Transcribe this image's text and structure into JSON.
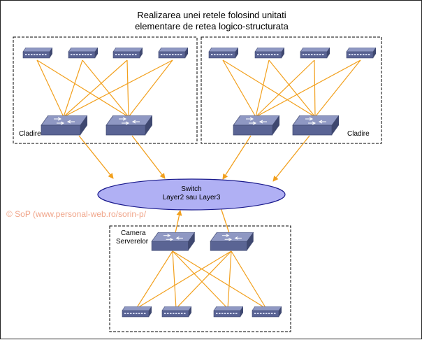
{
  "title": {
    "line1": "Realizarea unei retele folosind unitati",
    "line2": "elementare de retea logico-structurata"
  },
  "groups": {
    "left_label": "Cladire",
    "right_label": "Cladire",
    "server_label_line1": "Camera",
    "server_label_line2": "Serverelor"
  },
  "core": {
    "line1": "Switch",
    "line2": "Layer2 sau Layer3"
  },
  "watermark": "© SoP (www.personal-web.ro/sorin-p/",
  "colors": {
    "link": "#f2a01d",
    "oval_fill": "#b0b0f4",
    "oval_stroke": "#1a1a8c",
    "device_top": "#8f98c3",
    "device_front": "#5a6494",
    "device_side": "#3f4870"
  }
}
